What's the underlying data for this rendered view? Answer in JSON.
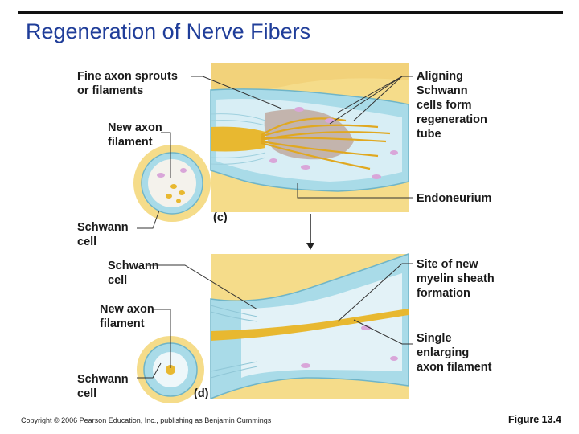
{
  "title": "Regeneration of Nerve Fibers",
  "panel_c": {
    "panel_label": "(c)",
    "left_labels": {
      "sprouts_1": "Fine axon sprouts",
      "sprouts_2": "or filaments",
      "new_axon_1": "New axon",
      "new_axon_2": "filament",
      "schwann_1": "Schwann",
      "schwann_2": "cell"
    },
    "right_labels": {
      "aligning_1": "Aligning",
      "aligning_2": "Schwann",
      "aligning_3": "cells form",
      "aligning_4": "regeneration",
      "aligning_5": "tube",
      "endoneurium": "Endoneurium"
    }
  },
  "panel_d": {
    "panel_label": "(d)",
    "left_labels": {
      "schwann_1": "Schwann",
      "schwann_2": "cell",
      "new_axon_1": "New axon",
      "new_axon_2": "filament",
      "schwann_b_1": "Schwann",
      "schwann_b_2": "cell"
    },
    "right_labels": {
      "site_1": "Site of new",
      "site_2": "myelin sheath",
      "site_3": "formation",
      "single_1": "Single",
      "single_2": "enlarging",
      "single_3": "axon filament"
    }
  },
  "footer": {
    "copyright": "Copyright © 2006 Pearson Education, Inc., publishing as Benjamin Cummings",
    "figure": "Figure 13.4"
  },
  "colors": {
    "title": "#1f3d99",
    "tissue": "#f5dc8a",
    "schwann_blue": "#a9dbe8",
    "axon": "#e8b830",
    "pink_nuclei": "#d9a6d9"
  }
}
